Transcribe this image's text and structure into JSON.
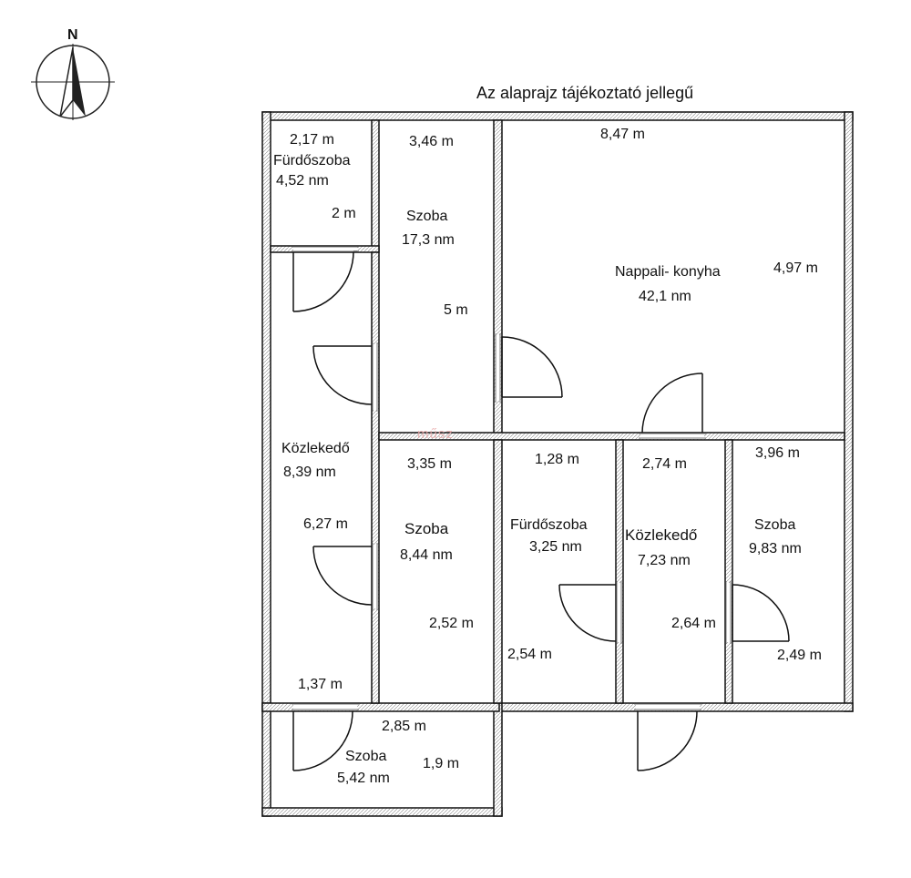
{
  "title": "Az alaprajz tájékoztató jellegű",
  "compass": {
    "north_label": "N"
  },
  "watermark": "műsz",
  "rooms": {
    "furdo_top": {
      "name": "Fürdőszoba",
      "area": "4,52 nm",
      "width": "2,17 m",
      "depth": "2 m"
    },
    "szoba_top": {
      "name": "Szoba",
      "area": "17,3 nm",
      "width": "3,46 m",
      "depth": "5 m"
    },
    "nappali": {
      "name": "Nappali- konyha",
      "area": "42,1 nm",
      "width": "8,47 m",
      "depth": "4,97 m"
    },
    "kozlekedo_left": {
      "name": "Közlekedő",
      "area": "8,39 nm",
      "length": "6,27 m",
      "width": "1,37 m"
    },
    "szoba_mid": {
      "name": "Szoba",
      "area": "8,44 nm",
      "width": "3,35 m",
      "depth": "2,52 m"
    },
    "furdo_mid": {
      "name": "Fürdőszoba",
      "area": "3,25 nm",
      "width": "1,28 m",
      "depth": "2,54 m"
    },
    "kozlekedo_right": {
      "name": "Közlekedő",
      "area": "7,23 nm",
      "width": "2,74 m",
      "depth": "2,64 m"
    },
    "szoba_right": {
      "name": "Szoba",
      "area": "9,83 nm",
      "width": "3,96 m",
      "depth": "2,49 m"
    },
    "szoba_bottom": {
      "name": "Szoba",
      "area": "5,42 nm",
      "width": "2,85 m",
      "depth": "1,9 m"
    }
  }
}
